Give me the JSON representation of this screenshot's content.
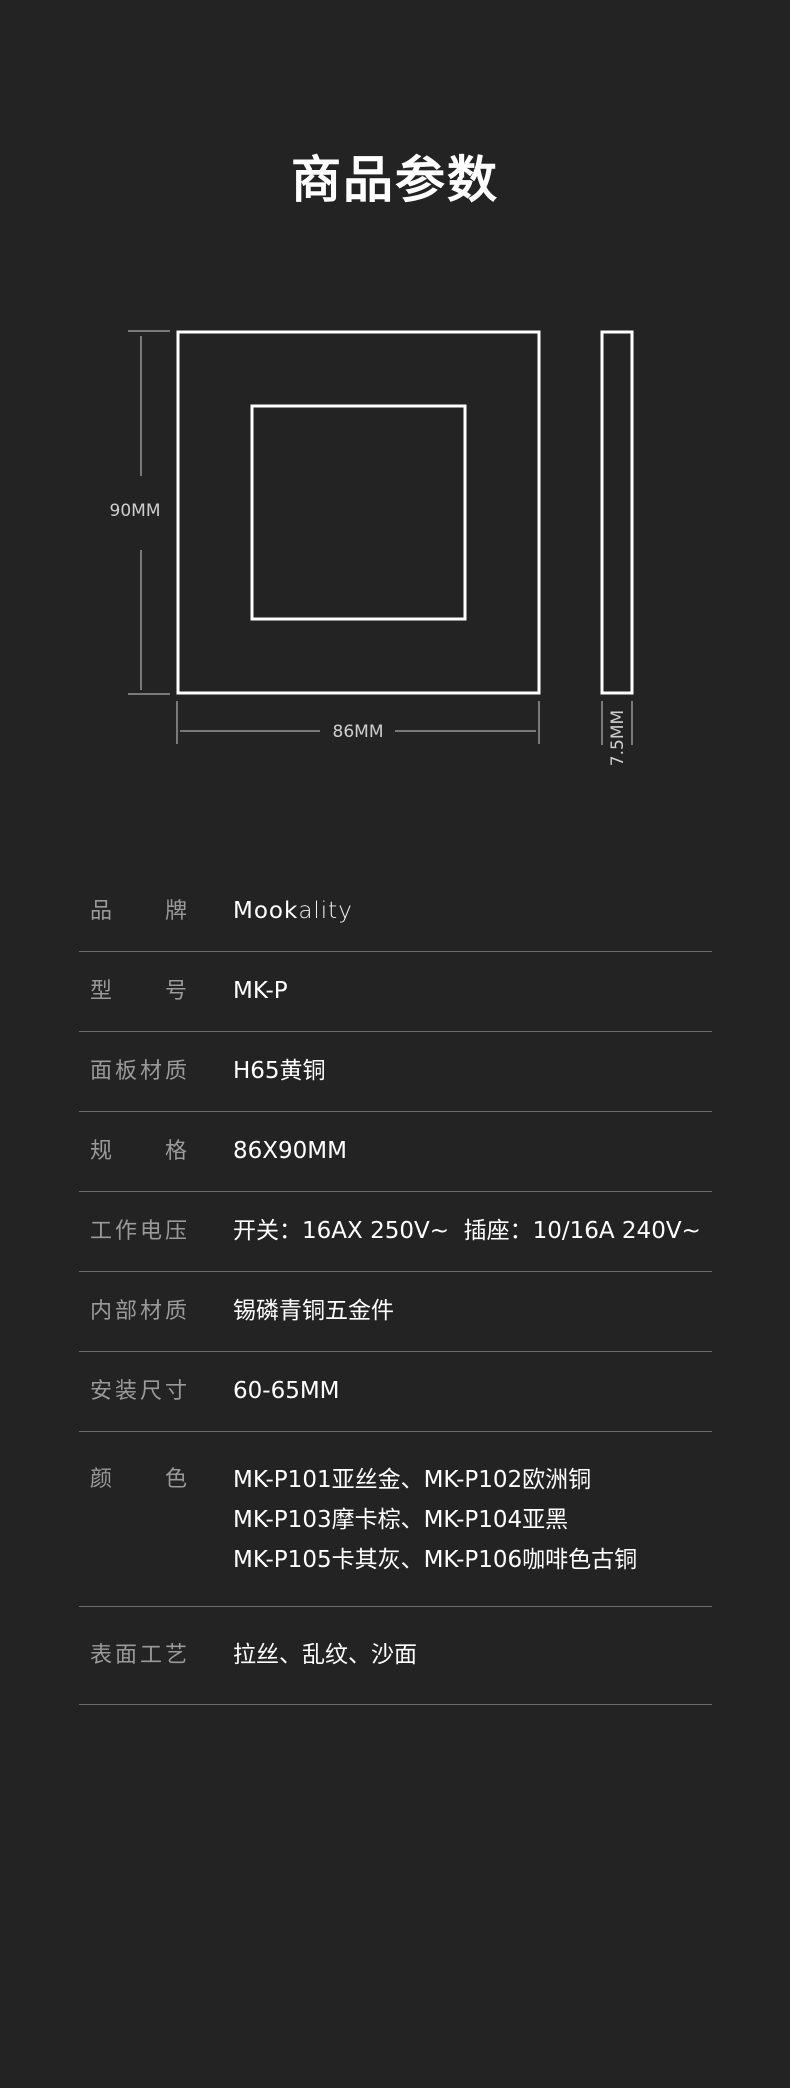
{
  "page_title": "商品参数",
  "diagram": {
    "height_label": "90MM",
    "width_label": "86MM",
    "depth_label": "7.5MM"
  },
  "specs": {
    "brand": {
      "label": "品牌",
      "logo_part1": "Mook",
      "logo_part2": "ality"
    },
    "model": {
      "label": "型号",
      "value": "MK-P"
    },
    "panel_material": {
      "label": "面板材质",
      "value": "H65黄铜"
    },
    "size": {
      "label": "规格",
      "value": "86X90MM"
    },
    "voltage": {
      "label": "工作电压",
      "value": "开关：16AX 250V~  插座：10/16A 240V~"
    },
    "internal_material": {
      "label": "内部材质",
      "value": "锡磷青铜五金件"
    },
    "install_size": {
      "label": "安装尺寸",
      "value": "60-65MM"
    },
    "color": {
      "label": "颜色",
      "lines": [
        "MK-P101亚丝金、MK-P102欧洲铜",
        "MK-P103摩卡棕、MK-P104亚黑",
        "MK-P105卡其灰、MK-P106咖啡色古铜"
      ]
    },
    "surface": {
      "label": "表面工艺",
      "value": "拉丝、乱纹、沙面"
    }
  }
}
